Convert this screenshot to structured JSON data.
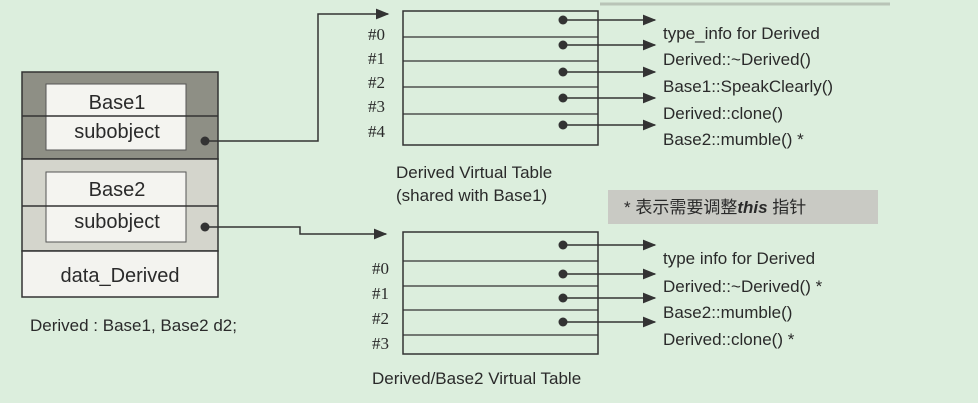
{
  "object": {
    "base1_lines": [
      "Base1",
      "subobject"
    ],
    "base2_lines": [
      "Base2",
      "subobject"
    ],
    "data_label": "data_Derived",
    "declaration": "Derived : Base1, Base2 d2;"
  },
  "table1": {
    "caption_lines": [
      "Derived Virtual Table",
      "(shared with Base1)"
    ],
    "slot_labels": [
      "#0",
      "#1",
      "#2",
      "#3",
      "#4"
    ],
    "entries": [
      "type_info for Derived",
      "Derived::~Derived()",
      "Base1::SpeakClearly()",
      "Derived::clone()",
      "Base2::mumble() *"
    ]
  },
  "table2": {
    "caption": "Derived/Base2 Virtual Table",
    "slot_labels": [
      "#0",
      "#1",
      "#2",
      "#3"
    ],
    "entries": [
      "type  info for Derived",
      "Derived::~Derived() *",
      "Base2::mumble()",
      "Derived::clone() *"
    ]
  },
  "note": {
    "prefix": "* 表示需要调整",
    "emphasis": "this",
    "suffix": " 指针"
  },
  "colors": {
    "background": "#dceedd",
    "base1_fill": "#8e8f85",
    "base2_fill": "#d4d5cc",
    "data_fill": "#f3f3ef",
    "label_box_fill": "#f4f4f0",
    "stroke": "#333333",
    "note_fill": "#c9cac4"
  }
}
